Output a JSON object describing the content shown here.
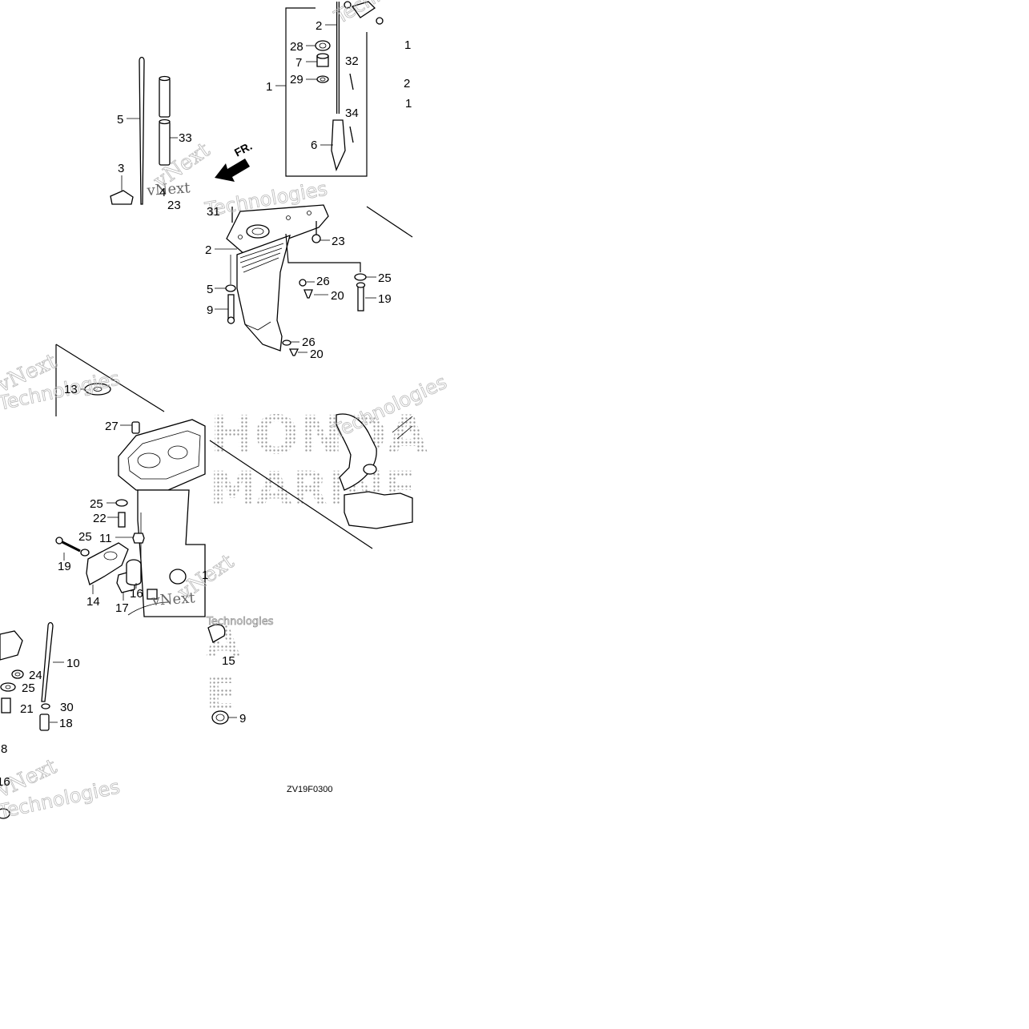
{
  "diagram": {
    "code": "ZV19F0300",
    "direction_label": "FR.",
    "watermark_lines": [
      "vNext",
      "Technologies"
    ],
    "brand_text": [
      "HONDA",
      "MARINE"
    ],
    "callouts": [
      {
        "id": "c-top-2",
        "label": "2"
      },
      {
        "id": "c-top-28",
        "label": "28"
      },
      {
        "id": "c-top-7",
        "label": "7"
      },
      {
        "id": "c-top-29",
        "label": "29"
      },
      {
        "id": "c-top-1",
        "label": "1"
      },
      {
        "id": "c-top-32",
        "label": "32"
      },
      {
        "id": "c-top-34",
        "label": "34"
      },
      {
        "id": "c-top-6",
        "label": "6"
      },
      {
        "id": "c-right-1",
        "label": "1"
      },
      {
        "id": "c-right-2",
        "label": "2"
      },
      {
        "id": "c-right-3",
        "label": "1"
      },
      {
        "id": "c-5",
        "label": "5"
      },
      {
        "id": "c-33",
        "label": "33"
      },
      {
        "id": "c-3",
        "label": "3"
      },
      {
        "id": "c-4",
        "label": "4"
      },
      {
        "id": "c-23a",
        "label": "23"
      },
      {
        "id": "c-31",
        "label": "31"
      },
      {
        "id": "c-2b",
        "label": "2"
      },
      {
        "id": "c-23b",
        "label": "23"
      },
      {
        "id": "c-25a",
        "label": "25"
      },
      {
        "id": "c-26a",
        "label": "26"
      },
      {
        "id": "c-20a",
        "label": "20"
      },
      {
        "id": "c-19a",
        "label": "19"
      },
      {
        "id": "c-5b",
        "label": "5"
      },
      {
        "id": "c-9a",
        "label": "9"
      },
      {
        "id": "c-26b",
        "label": "26"
      },
      {
        "id": "c-20b",
        "label": "20"
      },
      {
        "id": "c-13",
        "label": "13"
      },
      {
        "id": "c-27",
        "label": "27"
      },
      {
        "id": "c-25b",
        "label": "25"
      },
      {
        "id": "c-22",
        "label": "22"
      },
      {
        "id": "c-11",
        "label": "11"
      },
      {
        "id": "c-25c",
        "label": "25"
      },
      {
        "id": "c-19b",
        "label": "19"
      },
      {
        "id": "c-14",
        "label": "14"
      },
      {
        "id": "c-17",
        "label": "17"
      },
      {
        "id": "c-16a",
        "label": "16"
      },
      {
        "id": "c-1b",
        "label": "1"
      },
      {
        "id": "c-10",
        "label": "10"
      },
      {
        "id": "c-24",
        "label": "24"
      },
      {
        "id": "c-25d",
        "label": "25"
      },
      {
        "id": "c-21",
        "label": "21"
      },
      {
        "id": "c-30",
        "label": "30"
      },
      {
        "id": "c-18",
        "label": "18"
      },
      {
        "id": "c-8",
        "label": "8"
      },
      {
        "id": "c-16b",
        "label": "16"
      },
      {
        "id": "c-15",
        "label": "15"
      },
      {
        "id": "c-9b",
        "label": "9"
      }
    ]
  }
}
